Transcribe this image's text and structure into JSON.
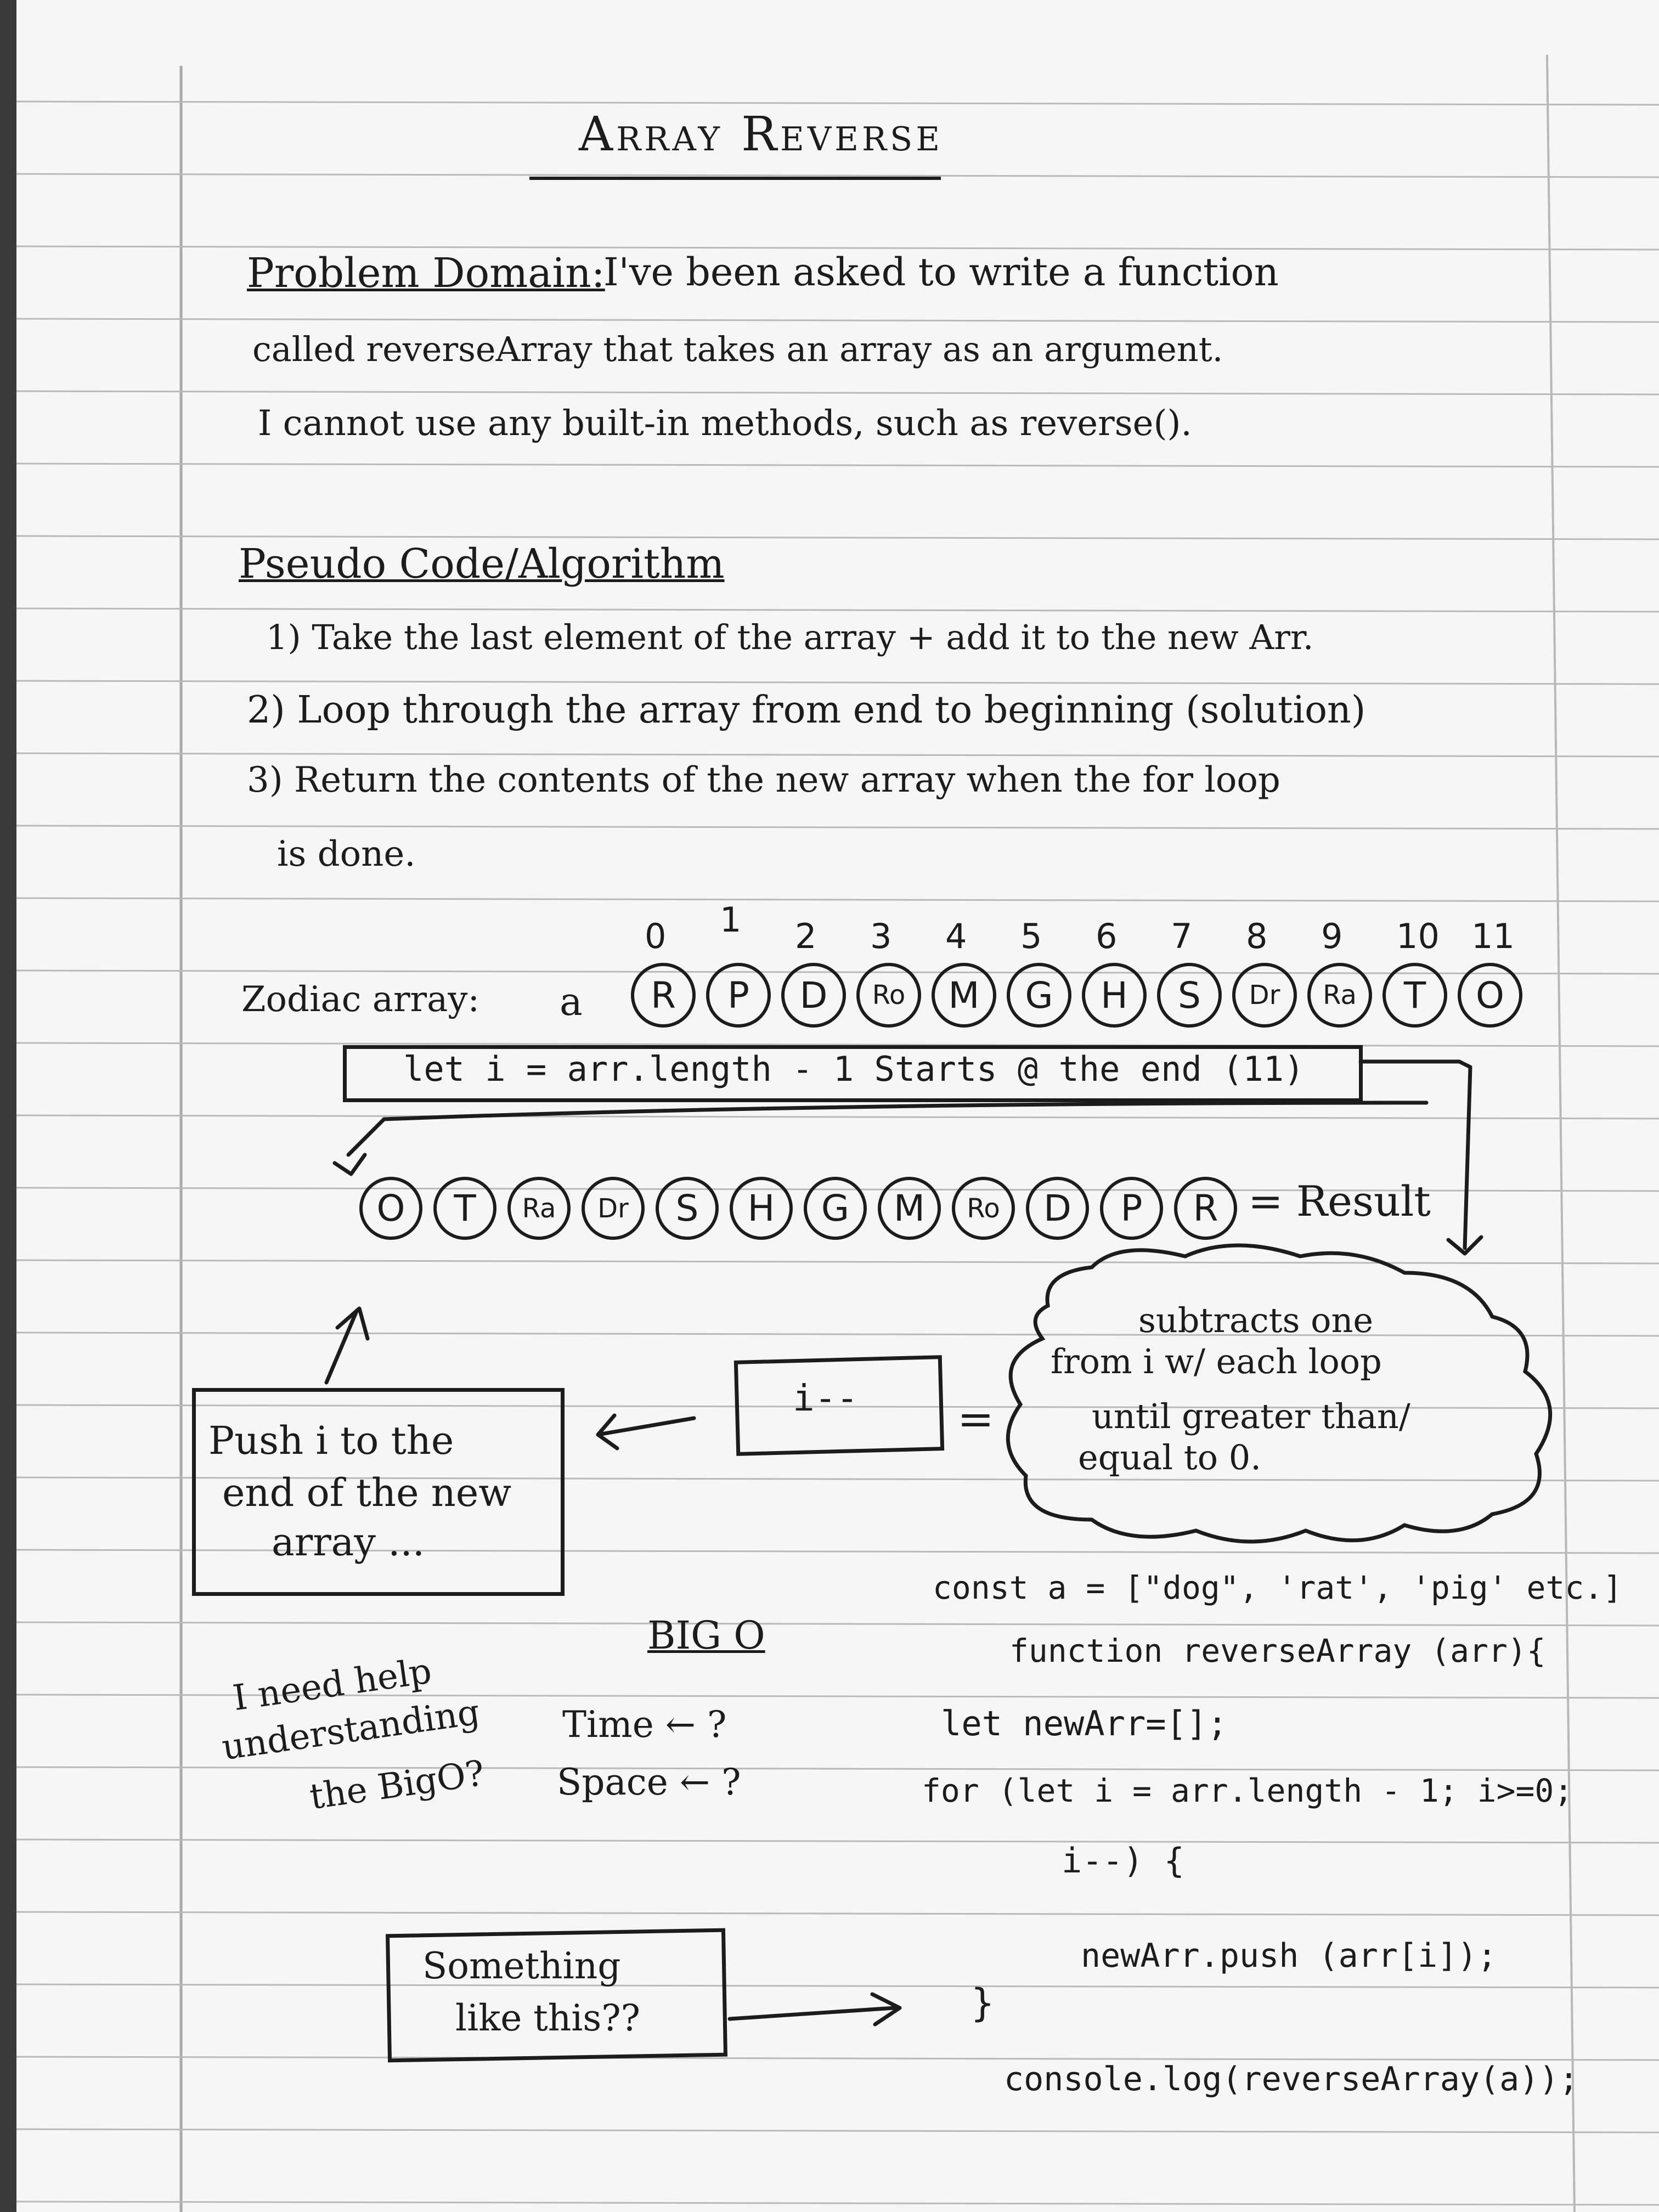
{
  "title": "Array Reverse",
  "problem": {
    "heading": "Problem Domain:",
    "line1": "I've been asked to write a function",
    "line2": "called reverseArray that takes an array as an argument.",
    "line3": "I cannot use any built-in methods, such as reverse()."
  },
  "pseudo": {
    "heading": "Pseudo Code/Algorithm",
    "step1": "1) Take the last element of the array + add it to the new Arr.",
    "step2": "2) Loop through the array from end to beginning (solution)",
    "step3": "3) Return the contents of the new array when the for loop",
    "step3b": "is done."
  },
  "zodiac": {
    "label": "Zodiac array:",
    "var": "a",
    "indices": [
      "0",
      "1",
      "2",
      "3",
      "4",
      "5",
      "6",
      "7",
      "8",
      "9",
      "10",
      "11"
    ],
    "items": [
      "R",
      "P",
      "D",
      "Ro",
      "M",
      "G",
      "H",
      "S",
      "Dr",
      "Ra",
      "T",
      "O"
    ],
    "reversed": [
      "O",
      "T",
      "Ra",
      "Dr",
      "S",
      "H",
      "G",
      "M",
      "Ro",
      "D",
      "P",
      "R"
    ],
    "result_label": "= Result"
  },
  "loop_box": "let i = arr.length - 1   Starts @ the end (11)",
  "cloud": {
    "line1": "subtracts one",
    "line2": "from i w/ each loop",
    "line3": "until greater than/",
    "line4": "equal to 0."
  },
  "decrement": "i--",
  "equals": "=",
  "push_box": {
    "line1": "Push i to the",
    "line2": "end of the new",
    "line3": "array ..."
  },
  "big_o": {
    "heading": "BIG O",
    "time": "Time ← ?",
    "space": "Space ← ?"
  },
  "help_note": {
    "line1": "I need help",
    "line2": "understanding",
    "line3": "the BigO?"
  },
  "something_box": {
    "line1": "Something",
    "line2": "like this??"
  },
  "code": {
    "line1": "const a = [\"dog\", 'rat', 'pig' etc.]",
    "line2": "function reverseArray (arr){",
    "line3": "let newArr=[];",
    "line4": "for (let i = arr.length - 1; i>=0;",
    "line5": "i--) {",
    "line6": "newArr.push (arr[i]);",
    "line7": "}",
    "line8": "console.log(reverseArray(a));"
  }
}
